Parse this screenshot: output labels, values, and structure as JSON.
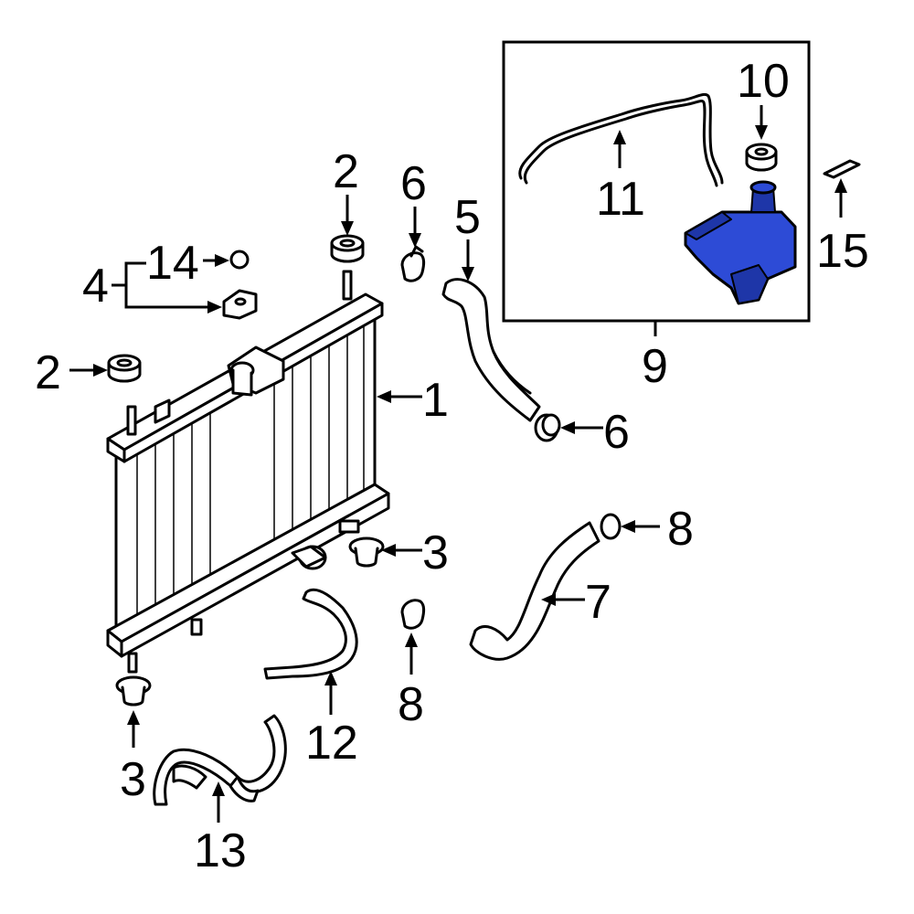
{
  "callouts": {
    "c1": "1",
    "c2a": "2",
    "c2b": "2",
    "c3a": "3",
    "c3b": "3",
    "c4": "4",
    "c5": "5",
    "c6a": "6",
    "c6b": "6",
    "c7": "7",
    "c8a": "8",
    "c8b": "8",
    "c9": "9",
    "c10": "10",
    "c11": "11",
    "c12": "12",
    "c13": "13",
    "c14": "14",
    "c15": "15"
  },
  "colors": {
    "highlight": "#2d4bd6",
    "line": "#000000",
    "background": "#ffffff"
  }
}
